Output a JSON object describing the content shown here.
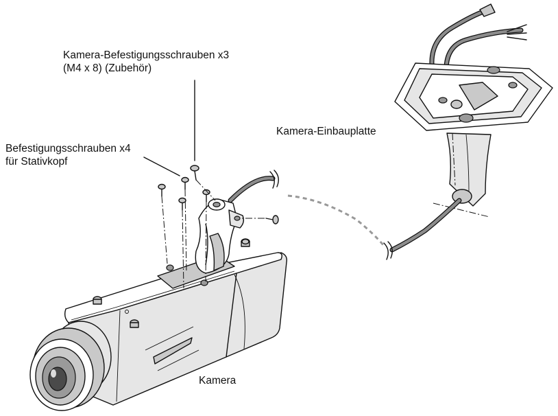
{
  "labels": {
    "camera_screws_line1": "Kamera-Befestigungsschrauben x3",
    "camera_screws_line2": "(M4 x 8) (Zubehör)",
    "tripod_screws_line1": "Befestigungsschrauben x4",
    "tripod_screws_line2": "für Stativkopf",
    "mount_plate": "Kamera-Einbauplatte",
    "camera": "Kamera"
  },
  "colors": {
    "line": "#111111",
    "cable": "#8c8c8c",
    "camera_body": "#e6e6e6"
  },
  "icons": [
    "screw-icon",
    "cable-icon",
    "camera-icon",
    "mount-plate-icon"
  ]
}
